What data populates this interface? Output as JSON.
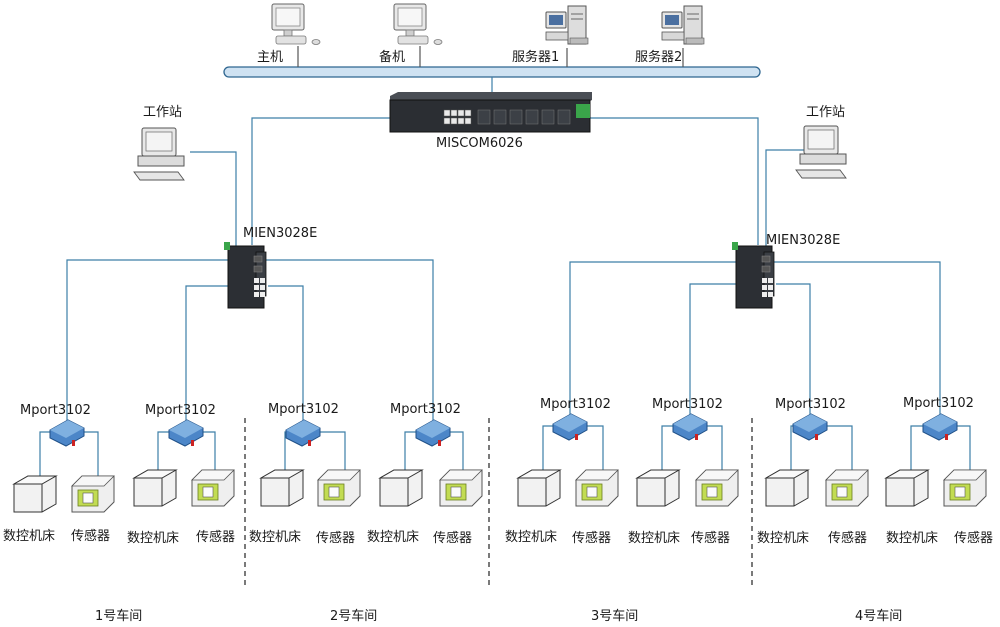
{
  "top_devices": [
    {
      "id": "host",
      "label": "主机"
    },
    {
      "id": "backup",
      "label": "备机"
    },
    {
      "id": "server1",
      "label": "服务器1"
    },
    {
      "id": "server2",
      "label": "服务器2"
    }
  ],
  "core_switch": {
    "label": "MISCOM6026"
  },
  "workstations": [
    {
      "label": "工作站"
    },
    {
      "label": "工作站"
    }
  ],
  "edge_switches": [
    {
      "label": "MIEN3028E"
    },
    {
      "label": "MIEN3028E"
    }
  ],
  "mports": [
    {
      "label": "Mport3102",
      "machine_label": "数控机床",
      "sensor_label": "传感器"
    },
    {
      "label": "Mport3102",
      "machine_label": "数控机床",
      "sensor_label": "传感器"
    },
    {
      "label": "Mport3102",
      "machine_label": "数控机床",
      "sensor_label": "传感器"
    },
    {
      "label": "Mport3102",
      "machine_label": "数控机床",
      "sensor_label": "传感器"
    },
    {
      "label": "Mport3102",
      "machine_label": "数控机床",
      "sensor_label": "传感器"
    },
    {
      "label": "Mport3102",
      "machine_label": "数控机床",
      "sensor_label": "传感器"
    },
    {
      "label": "Mport3102",
      "machine_label": "数控机床",
      "sensor_label": "传感器"
    },
    {
      "label": "Mport3102",
      "machine_label": "数控机床",
      "sensor_label": "传感器"
    }
  ],
  "workshops": [
    {
      "label": "1号车间"
    },
    {
      "label": "2号车间"
    },
    {
      "label": "3号车间"
    },
    {
      "label": "4号车间"
    }
  ],
  "colors": {
    "link": "#3d7fa8",
    "bus": "#c9dff0",
    "device_blue": "#3f7fc0",
    "sensor_green": "#b8d84a"
  }
}
